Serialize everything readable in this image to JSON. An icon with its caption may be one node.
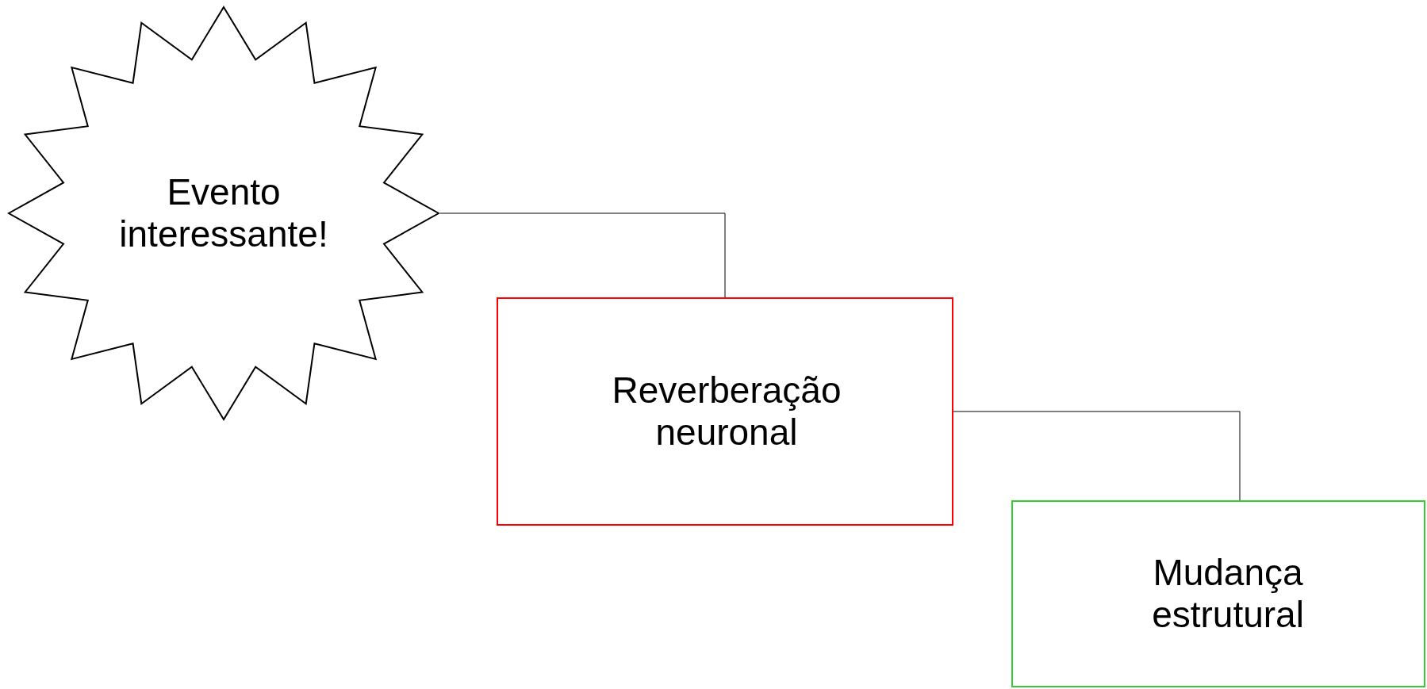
{
  "diagram": {
    "nodes": [
      {
        "text": [
          "Evento interessante!"
        ]
      },
      {
        "text": [
          "Reverberação neuronal"
        ]
      },
      {
        "text": [
          "Mudança estrutural"
        ]
      }
    ],
    "edges": [
      {
        "from": 0,
        "to": 1,
        "arrow": "none"
      },
      {
        "from": 1,
        "to": 2,
        "arrow": "none"
      }
    ]
  }
}
